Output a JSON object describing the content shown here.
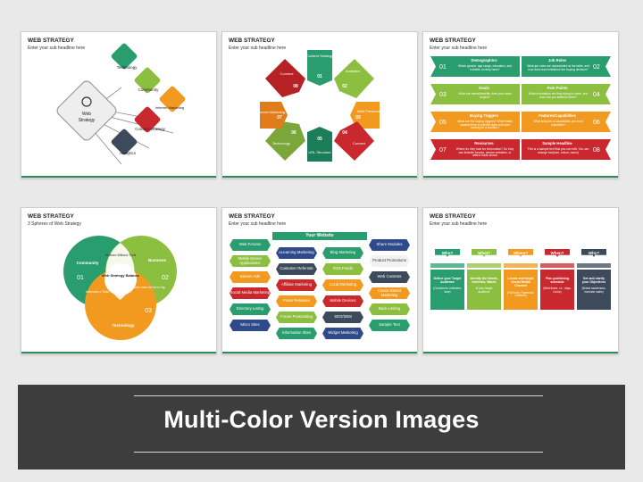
{
  "slide1": {
    "title": "WEB STRATEGY",
    "subtitle": "Enter your sub headline here",
    "center": [
      "Web",
      "Strategy"
    ],
    "items": [
      {
        "label": "Technology",
        "color": "#2a9d6f"
      },
      {
        "label": "Community",
        "color": "#8cbf3f"
      },
      {
        "label": "Internet Marketing",
        "color": "#f29a1f"
      },
      {
        "label": "Content Strategy",
        "color": "#c8282e"
      },
      {
        "label": "Analytics",
        "color": "#3d4a5c"
      }
    ]
  },
  "slide2": {
    "title": "WEB STRATEGY",
    "subtitle": "Enter your sub headline here",
    "items": [
      {
        "num": "01",
        "label": "Content Strategy",
        "color": "#2a9d6f"
      },
      {
        "num": "02",
        "label": "Analytics",
        "color": "#8cbf3f"
      },
      {
        "num": "03",
        "label": "Web Presence",
        "color": "#f29a1f"
      },
      {
        "num": "04",
        "label": "Convert",
        "color": "#c8282e"
      },
      {
        "num": "05",
        "label": "URL Structure",
        "color": "#1b7d5a"
      },
      {
        "num": "06",
        "label": "Technology",
        "color": "#7aa63a"
      },
      {
        "num": "07",
        "label": "Internet Marketing",
        "color": "#e07c19"
      },
      {
        "num": "08",
        "label": "Connect",
        "color": "#b52125"
      }
    ]
  },
  "slide3": {
    "title": "WEB STRATEGY",
    "subtitle": "Enter your sub headline here",
    "rows": [
      {
        "ln": "01",
        "lt": "Demographics",
        "ld": "Which gender, age range, education, and hobbies do they have?",
        "rn": "02",
        "rt": "Job Roles",
        "rd": "What job roles are represented at the table, and how does each influence the buying decision?",
        "color": "#2a9d6f"
      },
      {
        "ln": "03",
        "lt": "Goals",
        "ld": "What are needs/benefits does your team expect?",
        "rn": "04",
        "rt": "Pain Points",
        "rd": "What frustrations are they trying to solve, and how can you address them?",
        "color": "#8cbf3f"
      },
      {
        "ln": "05",
        "lt": "Buying Triggers",
        "ld": "What are the buying triggers? What finally causes them to call the team and start looking for a solution?",
        "rn": "06",
        "rt": "Features/Capabilities",
        "rd": "What features or capabilities are most important?",
        "color": "#f29a1f"
      },
      {
        "ln": "07",
        "lt": "Resources",
        "ld": "Where do they look for information? Do they use linkedin forums, vendor websites, or attend trade shows",
        "rn": "08",
        "rt": "Sample Headline",
        "rd": "This is a sample text that you can edit. You can change font(size, colour, name)",
        "color": "#c8282e"
      }
    ]
  },
  "slide4": {
    "title": "WEB STRATEGY",
    "subtitle": "3 Spheres of Web Strategy",
    "community": {
      "label": "Community",
      "num": "01"
    },
    "business": {
      "label": "Business",
      "num": "02"
    },
    "technology": {
      "label": "Technology",
      "num": "03"
    },
    "overlap_cb": "Hellbom Without Tools",
    "overlap_bt": "Prioritized costs for low to hig",
    "overlap_ct": "Informatio n Tools",
    "center": "Web Strategy Balance",
    "colors": {
      "community": "#2a9d6f",
      "business": "#8cbf3f",
      "technology": "#f29a1f"
    }
  },
  "slide5": {
    "title": "WEB STRATEGY",
    "subtitle": "Enter your sub headline here",
    "heading": "Your Website",
    "left": [
      {
        "label": "Web Forums",
        "color": "#2a9d6f"
      },
      {
        "label": "Mobile Device Applications",
        "color": "#8cbf3f"
      },
      {
        "label": "Banner Ads",
        "color": "#f29a1f"
      },
      {
        "label": "Social Media Marketing",
        "color": "#c8282e"
      },
      {
        "label": "Directory Listing",
        "color": "#2a9d6f"
      },
      {
        "label": "Micro Sites",
        "color": "#2e4a8a"
      }
    ],
    "midleft": [
      {
        "label": "eLearning Marketing",
        "color": "#2e4a8a"
      },
      {
        "label": "Customer Referrals",
        "color": "#3d4a5c"
      },
      {
        "label": "Affiliate Marketing",
        "color": "#c8282e"
      },
      {
        "label": "Press Releases",
        "color": "#f29a1f"
      },
      {
        "label": "Forum Postcasting",
        "color": "#8cbf3f"
      },
      {
        "label": "Information Sites",
        "color": "#2a9d6f"
      }
    ],
    "midright": [
      {
        "label": "Blog Marketing",
        "color": "#2a9d6f"
      },
      {
        "label": "RSS Feeds",
        "color": "#8cbf3f"
      },
      {
        "label": "Local Marketing",
        "color": "#f29a1f"
      },
      {
        "label": "Mobile Devices",
        "color": "#c8282e"
      },
      {
        "label": "SEO/SEM",
        "color": "#3d4a5c"
      },
      {
        "label": "Widget Marketing",
        "color": "#2e4a8a"
      }
    ],
    "right": [
      {
        "label": "Share Modules",
        "color": "#2e4a8a"
      },
      {
        "label": "Product Promotions",
        "color": "#ffffff"
      },
      {
        "label": "Web Contests",
        "color": "#3d4a5c"
      },
      {
        "label": "Cause-Based Marketing",
        "color": "#f29a1f"
      },
      {
        "label": "Back Linking",
        "color": "#8cbf3f"
      },
      {
        "label": "Sample Text",
        "color": "#2a9d6f"
      }
    ]
  },
  "slide6": {
    "title": "WEB STRATEGY",
    "subtitle": "Enter your sub headline here",
    "cols": [
      {
        "tag": "Who?",
        "color": "#2a9d6f",
        "body": "Define your Target Audience",
        "note": "(Customers, followers, fans)"
      },
      {
        "tag": "What?",
        "color": "#8cbf3f",
        "body": "Identify the Needs, Interests, Wants",
        "note": "of your target audience"
      },
      {
        "tag": "Where?",
        "color": "#f29a1f",
        "body": "Locate and target Social Media Channel",
        "note": "(YouTube, Facebook, LinkedIn)"
      },
      {
        "tag": "When?",
        "color": "#c8282e",
        "body": "Plan publishing schedule",
        "note": "(Best times, i.e., days, hours)"
      },
      {
        "tag": "Why?",
        "color": "#3d4a5c",
        "body": "Set and clarify your Objectives",
        "note": "(Brand awareness, increase sales)"
      }
    ]
  },
  "banner": {
    "title": "Multi-Color Version Images"
  }
}
